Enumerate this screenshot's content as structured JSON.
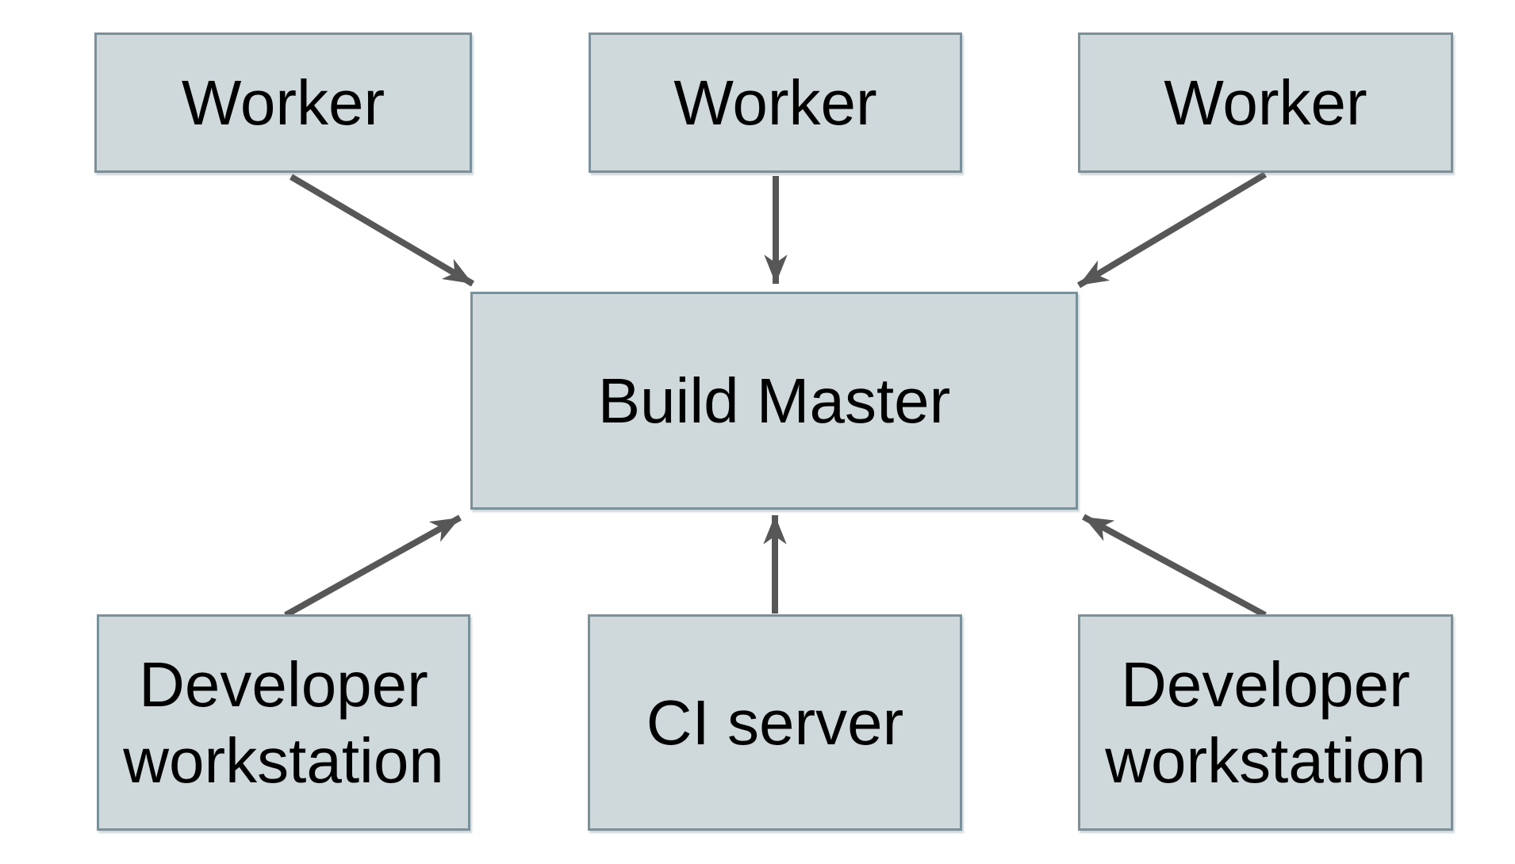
{
  "colors": {
    "background": "#ffffff",
    "box_fill": "#cfd8da",
    "box_border": "#7a909b",
    "arrow": "#575757",
    "text": "#000000"
  },
  "nodes": {
    "worker1": {
      "label": "Worker"
    },
    "worker2": {
      "label": "Worker"
    },
    "worker3": {
      "label": "Worker"
    },
    "build_master": {
      "label": "Build Master"
    },
    "dev_left": {
      "label": "Developer\nworkstation"
    },
    "ci_server": {
      "label": "CI server"
    },
    "dev_right": {
      "label": "Developer\nworkstation"
    }
  },
  "edges": [
    {
      "from": "worker1",
      "to": "build_master"
    },
    {
      "from": "worker2",
      "to": "build_master"
    },
    {
      "from": "worker3",
      "to": "build_master"
    },
    {
      "from": "dev_left",
      "to": "build_master"
    },
    {
      "from": "ci_server",
      "to": "build_master"
    },
    {
      "from": "dev_right",
      "to": "build_master"
    }
  ]
}
